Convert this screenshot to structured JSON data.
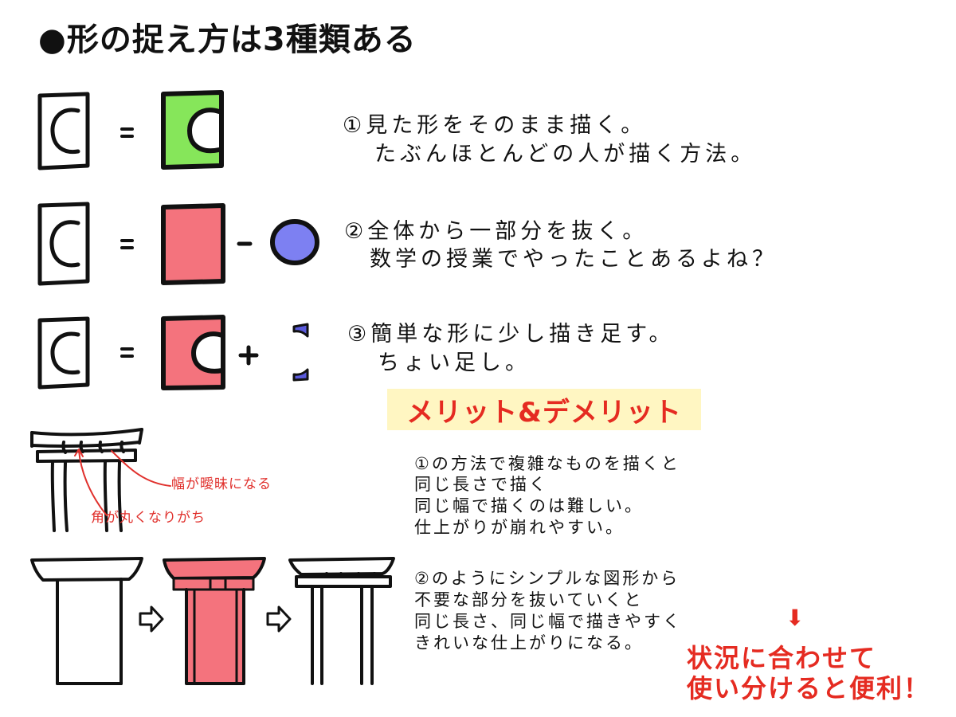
{
  "title": "●形の捉え方は3種類ある",
  "methods": [
    {
      "line1": "①見た形をそのまま描く。",
      "line2": "たぶんほとんどの人が描く方法。",
      "operator": "=",
      "colors": {
        "shape": "#86e65a"
      }
    },
    {
      "line1": "②全体から一部分を抜く。",
      "line2": "数学の授業でやったことあるよね？",
      "operator": "=",
      "operator2": "-",
      "colors": {
        "rect": "#f4737d",
        "circle": "#7d80f2"
      }
    },
    {
      "line1": "③簡単な形に少し描き足す。",
      "line2": "ちょい足し。",
      "operator": "=",
      "operator2": "+",
      "colors": {
        "shape": "#f4737d",
        "tips": "#5a5adc"
      }
    }
  ],
  "merit_banner": "メリット&デメリット",
  "torii_notes": {
    "width_note": "幅が曖昧になる",
    "corner_note": "角が丸くなりがち",
    "color": "#e0302c"
  },
  "para1": [
    "①の方法で複雑なものを描くと",
    "同じ長さで描く",
    "同じ幅で描くのは難しい。",
    "仕上がりが崩れやすい。"
  ],
  "para2": [
    "②のようにシンプルな図形から",
    "不要な部分を抜いていくと",
    "同じ長さ、同じ幅で描きやすく",
    "きれいな仕上がりになる。"
  ],
  "conclusion": {
    "arrow": "⬇",
    "line1": "状況に合わせて",
    "line2": "使い分けると便利！",
    "color": "#e52b21"
  },
  "palette": {
    "ink": "#111111",
    "banner_bg": "#fff6c2",
    "pink": "#f4737d"
  }
}
